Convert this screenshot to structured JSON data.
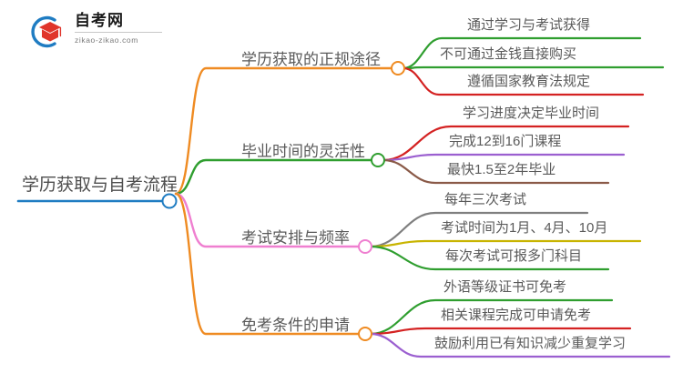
{
  "logo": {
    "name_cn": "自考网",
    "url": "zikao-zikao.com",
    "mark_ring_color": "#1f7cc2",
    "mark_cap_color": "#e0352b"
  },
  "mindmap": {
    "root": {
      "label": "学历获取与自考流程",
      "color": "#1f7cc2"
    },
    "branches": [
      {
        "label": "学历获取的正规途径",
        "color": "#ef8b22",
        "children": [
          {
            "label": "通过学习与考试获得",
            "color": "#2f9e2f"
          },
          {
            "label": "不可通过金钱直接购买",
            "color": "#2f9e2f"
          },
          {
            "label": "遵循国家教育法规定",
            "color": "#d42222"
          }
        ]
      },
      {
        "label": "毕业时间的灵活性",
        "color": "#2f9e2f",
        "children": [
          {
            "label": "学习进度决定毕业时间",
            "color": "#d42222"
          },
          {
            "label": "完成12到16门课程",
            "color": "#9b5fd0"
          },
          {
            "label": "最快1.5至2年毕业",
            "color": "#8a5a48"
          }
        ]
      },
      {
        "label": "考试安排与频率",
        "color": "#ef7fd0",
        "children": [
          {
            "label": "每年三次考试",
            "color": "#7f7f7f"
          },
          {
            "label": "考试时间为1月、4月、10月",
            "color": "#c8b400"
          },
          {
            "label": "每次考试可报多门科目",
            "color": "#2f9e2f"
          }
        ]
      },
      {
        "label": "免考条件的申请",
        "color": "#ef8b22",
        "children": [
          {
            "label": "外语等级证书可免考",
            "color": "#2f9e2f"
          },
          {
            "label": "相关课程完成可申请免考",
            "color": "#d42222"
          },
          {
            "label": "鼓励利用已有知识减少重复学习",
            "color": "#9b5fd0"
          }
        ]
      }
    ]
  }
}
